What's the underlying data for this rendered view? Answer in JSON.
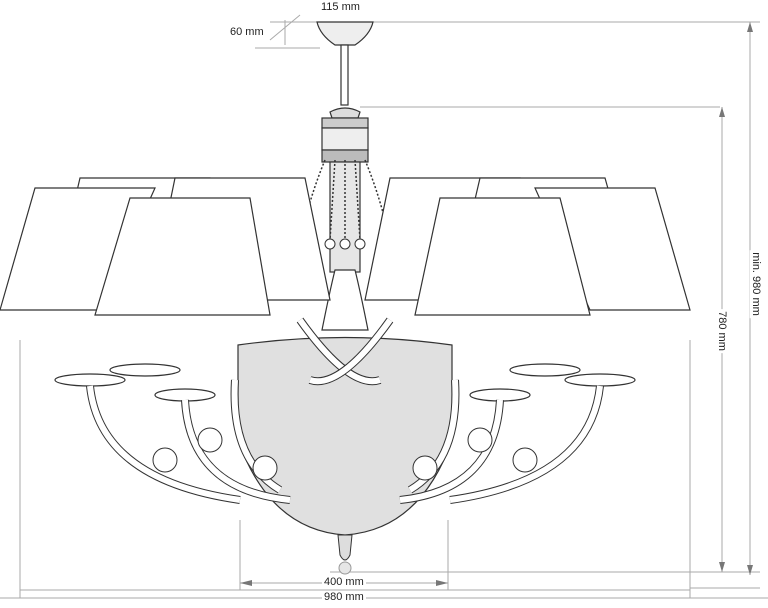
{
  "diagram": {
    "type": "technical-drawing",
    "subject": "chandelier",
    "dimensions": {
      "canopy_width": "115 mm",
      "canopy_height": "60 mm",
      "min_total_height": "min. 980 mm",
      "body_height": "780 mm",
      "bowl_width": "400 mm",
      "total_width": "980 mm"
    },
    "colors": {
      "line": "#333333",
      "dim_line": "#999999",
      "glass": "#e0e0e0",
      "shade": "#ffffff"
    }
  }
}
